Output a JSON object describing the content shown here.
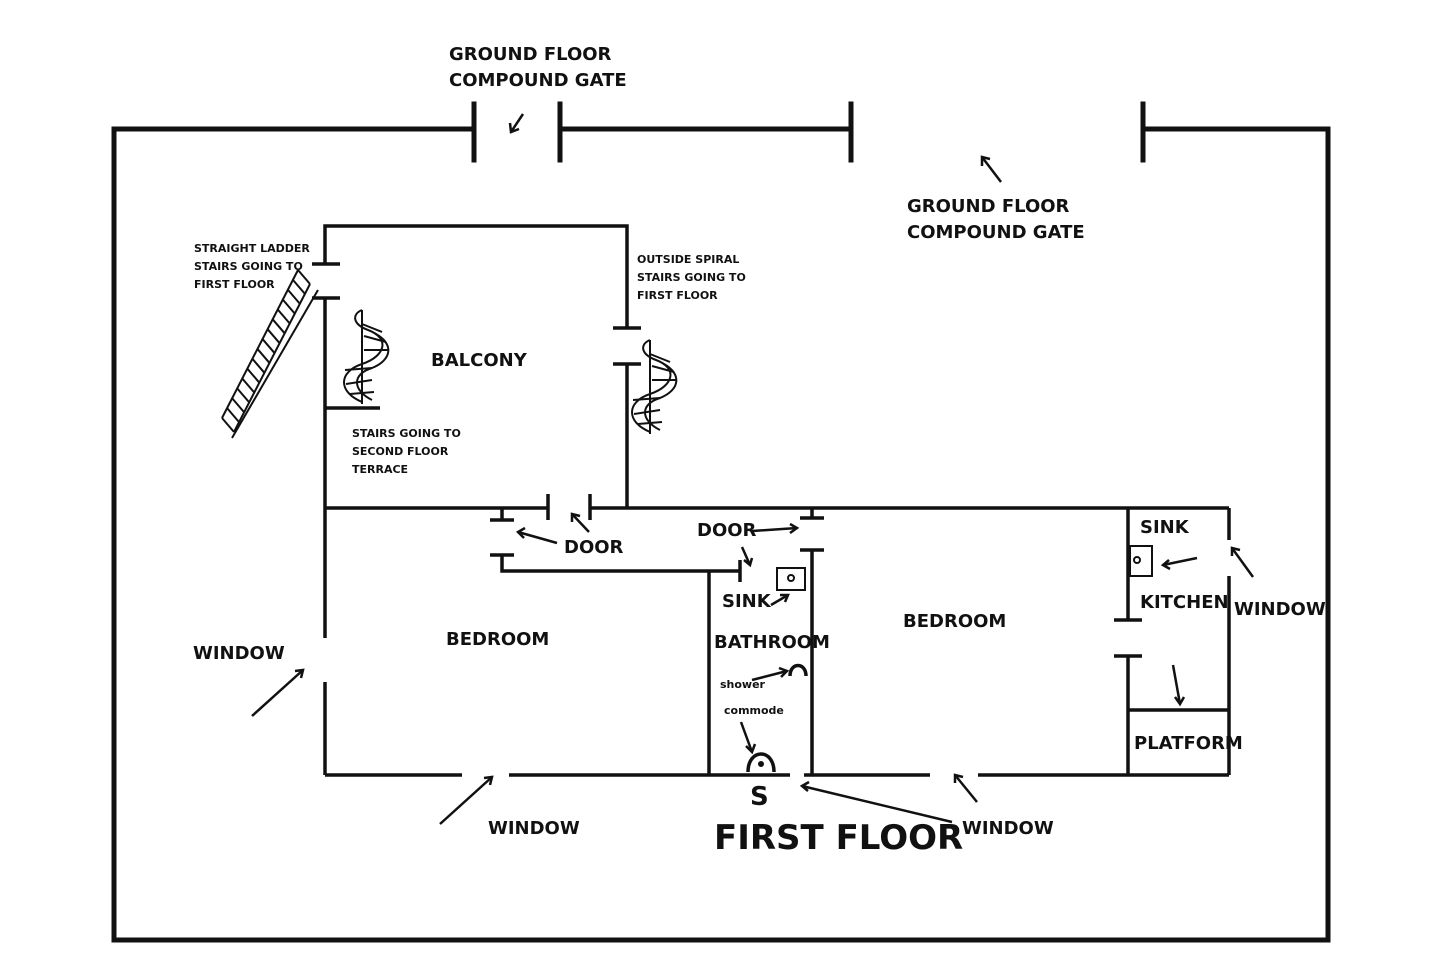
{
  "labels": {
    "gate_top": [
      "GROUND FLOOR",
      "COMPOUND GATE"
    ],
    "gate_right": [
      "GROUND FLOOR",
      "COMPOUND GATE"
    ],
    "straight_ladder": [
      "STRAIGHT LADDER",
      "STAIRS GOING TO",
      "FIRST FLOOR"
    ],
    "outside_spiral": [
      "OUTSIDE SPIRAL",
      "STAIRS GOING TO",
      "FIRST FLOOR"
    ],
    "balcony": "BALCONY",
    "stairs_terrace": [
      "STAIRS GOING TO",
      "SECOND FLOOR",
      "TERRACE"
    ],
    "door_left": "DOOR",
    "door_mid": "DOOR",
    "sink_kitchen": "SINK",
    "kitchen": "KITCHEN",
    "window_right": "WINDOW",
    "sink_bath": "SINK",
    "bathroom": "BATHROOM",
    "shower": "shower",
    "commode": "commode",
    "bedroom_left": "BEDROOM",
    "bedroom_right": "BEDROOM",
    "window_left": "WINDOW",
    "platform": "PLATFORM",
    "window_bottom_left": "WINDOW",
    "window_bottom_right": "WINDOW",
    "s_mark": "S",
    "floor_title": "FIRST FLOOR"
  }
}
